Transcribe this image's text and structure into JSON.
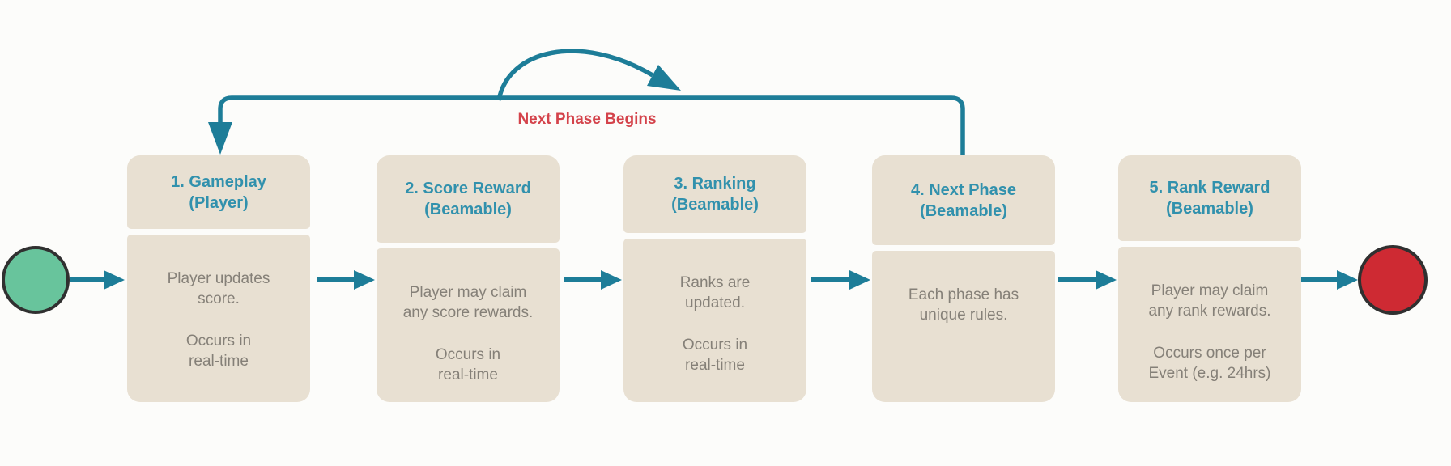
{
  "colors": {
    "canvas_bg": "#fcfcfa",
    "box_fill": "#e8e0d2",
    "title": "#3191ad",
    "body_text": "#858078",
    "arrow": "#1d7d98",
    "loop_label": "#d4434b",
    "start_fill": "#68c49c",
    "end_fill": "#ce2a33",
    "node_border": "#303030"
  },
  "loop": {
    "label": "Next Phase Begins"
  },
  "nodes": {
    "start": "start-circle",
    "end": "end-circle"
  },
  "phases": [
    {
      "title": "1. Gameplay\n(Player)",
      "description": "Player updates\nscore.",
      "timing": "Occurs in\nreal-time"
    },
    {
      "title": "2. Score Reward\n(Beamable)",
      "description": "Player may claim\nany score rewards.",
      "timing": "Occurs in\nreal-time"
    },
    {
      "title": "3. Ranking\n(Beamable)",
      "description": "Ranks are\nupdated.",
      "timing": "Occurs in\nreal-time"
    },
    {
      "title": "4. Next Phase\n(Beamable)",
      "description": "Each phase has\nunique rules.",
      "timing": ""
    },
    {
      "title": "5. Rank Reward\n(Beamable)",
      "description": "Player may claim\nany rank rewards.",
      "timing": "Occurs once per\nEvent (e.g. 24hrs)"
    }
  ]
}
